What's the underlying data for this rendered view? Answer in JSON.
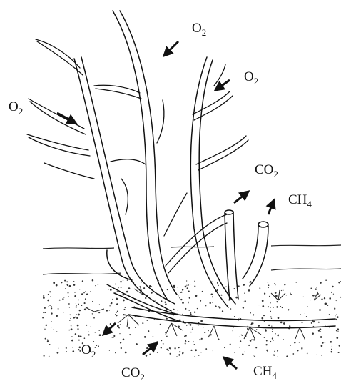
{
  "labels": {
    "o2_top": {
      "base": "O",
      "sub": "2"
    },
    "o2_upper_right": {
      "base": "O",
      "sub": "2"
    },
    "o2_left": {
      "base": "O",
      "sub": "2"
    },
    "co2_emitted": {
      "base": "CO",
      "sub": "2"
    },
    "ch4_emitted": {
      "base": "CH",
      "sub": "4"
    },
    "o2_root_release": {
      "base": "O",
      "sub": "2"
    },
    "co2_soil": {
      "base": "CO",
      "sub": "2"
    },
    "ch4_soil": {
      "base": "CH",
      "sub": "4"
    }
  },
  "colors": {
    "ink": "#111111",
    "paper": "#ffffff"
  }
}
